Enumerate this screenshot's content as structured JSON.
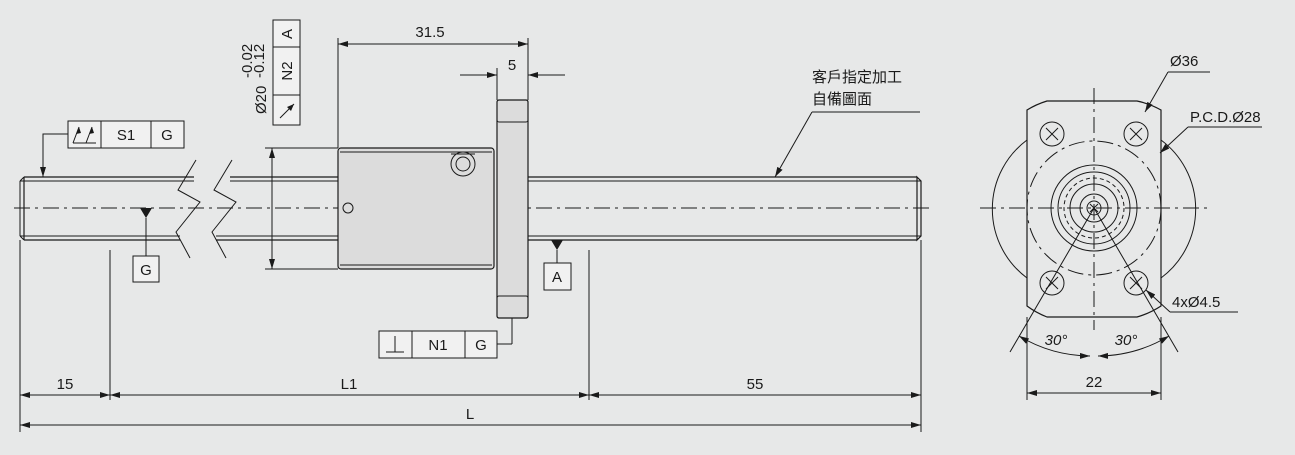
{
  "dimensions": {
    "length_31_5": "31.5",
    "length_5": "5",
    "length_15": "15",
    "length_L1": "L1",
    "length_55": "55",
    "length_L": "L",
    "length_22": "22",
    "diameter_36": "Ø36",
    "pcd": "P.C.D.Ø28",
    "holes": "4xØ4.5",
    "angle_left": "30°",
    "angle_right": "30°",
    "shaft_diameter": "Ø20",
    "tol_upper": "-0.02",
    "tol_lower": "-0.12"
  },
  "note": {
    "line1": "客戶指定加工",
    "line2": "自備圖面"
  },
  "gdt": {
    "runout": {
      "value": "S1",
      "datum": "G"
    },
    "perp": {
      "value": "N1",
      "datum": "G"
    },
    "flange": {
      "value": "N2",
      "datum": "A"
    }
  },
  "datums": {
    "g": "G",
    "a": "A"
  }
}
